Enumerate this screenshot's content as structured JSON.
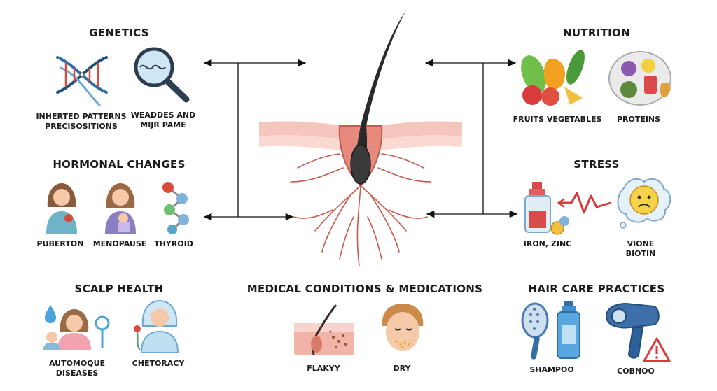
{
  "sections": {
    "genetics": {
      "title": "GENETICS",
      "items": [
        {
          "label_line1": "INHERTED PATTERNS",
          "label_line2": "PRECISOSITIONS",
          "icon": "dna-helix-icon"
        },
        {
          "label_line1": "WEADDES AND",
          "label_line2": "MIJR PAME",
          "icon": "magnifying-glass-icon"
        }
      ]
    },
    "hormonal": {
      "title": "HORMONAL CHANGES",
      "items": [
        {
          "label": "PUBERTON",
          "icon": "woman-icon"
        },
        {
          "label": "MENOPAUSE",
          "icon": "mother-child-icon"
        },
        {
          "label": "THYROID",
          "icon": "molecule-icon"
        }
      ]
    },
    "scalp": {
      "title": "SCALP HEALTH",
      "items": [
        {
          "label_line1": "AUTOMOQUE",
          "label_line2": "DISEASES",
          "icon": "family-droplet-icon"
        },
        {
          "label": "CHETORACY",
          "icon": "doctor-icon"
        }
      ]
    },
    "nutrition": {
      "title": "NUTRITION",
      "items": [
        {
          "label": "FRUITS VEGETABLES",
          "icon": "vegetables-icon"
        },
        {
          "label": "PROTEINS",
          "icon": "food-plate-icon"
        }
      ]
    },
    "stress": {
      "title": "STRESS",
      "items": [
        {
          "label": "IRON, ZINC",
          "icon": "supplement-bottle-icon"
        },
        {
          "label_line1": "VIONE",
          "label_line2": "BIOTIN",
          "icon": "worried-face-icon"
        }
      ]
    },
    "medical": {
      "title": "MEDICAL CONDITIONS & MEDICATIONS",
      "items": [
        {
          "label": "FLAKYY",
          "icon": "skin-follicle-icon"
        },
        {
          "label": "DRY",
          "icon": "child-face-icon"
        }
      ]
    },
    "haircare": {
      "title": "HAIR CARE PRACTICES",
      "items": [
        {
          "label": "SHAMPOO",
          "icon": "brush-shampoo-icon"
        },
        {
          "label": "COBNOO",
          "icon": "hair-dryer-warning-icon"
        }
      ]
    }
  },
  "colors": {
    "hair": "#2a2a2a",
    "skin": "#f2b3a8",
    "roots": "#c75a4f",
    "dna_blue": "#2f6fa3",
    "dna_red": "#d94a3d"
  }
}
